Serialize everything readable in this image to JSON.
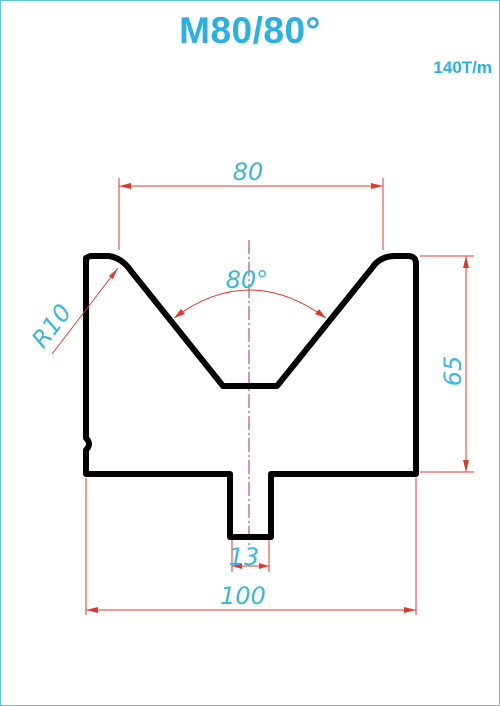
{
  "header": {
    "title": "M80/80°",
    "capacity": "140T/m"
  },
  "dimensions": {
    "top_width": "80",
    "angle": "80°",
    "radius": "R10",
    "height": "65",
    "tongue_width": "13",
    "total_width": "100"
  },
  "colors": {
    "title": "#29b1e7",
    "dimension_text": "#3cb6df",
    "dimension_line": "#e0392b",
    "outline": "#000000",
    "centerline": "#b04cb0",
    "border": "#5bc6dc"
  }
}
